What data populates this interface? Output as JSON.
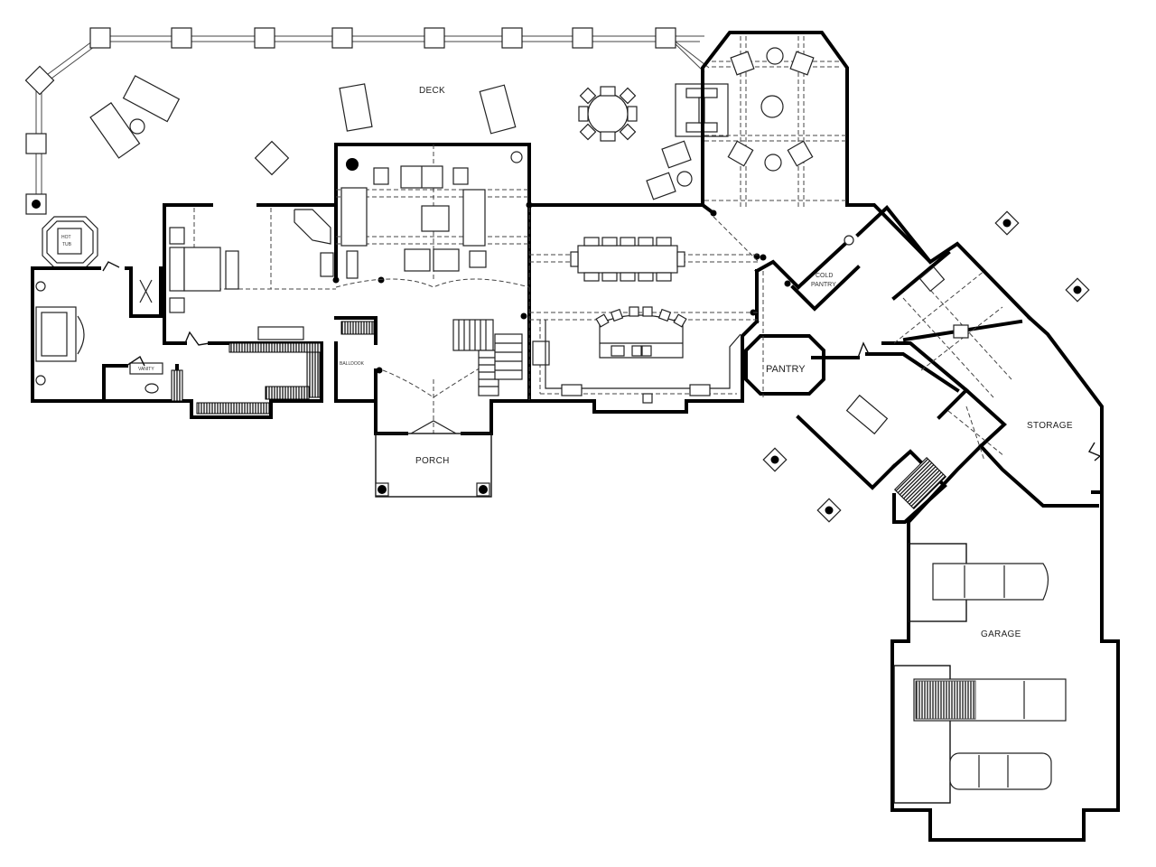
{
  "plan": {
    "type": "floor-plan",
    "rooms": [
      {
        "id": "deck",
        "label": "DECK"
      },
      {
        "id": "porch",
        "label": "PORCH"
      },
      {
        "id": "pantry",
        "label": "PANTRY"
      },
      {
        "id": "cold_pantry",
        "label_line1": "COLD",
        "label_line2": "PANTRY"
      },
      {
        "id": "storage",
        "label": "STORAGE"
      },
      {
        "id": "garage",
        "label": "GARAGE"
      },
      {
        "id": "hot_tub",
        "label_line1": "HOT",
        "label_line2": "TUB"
      },
      {
        "id": "bench",
        "label": "BALLDOOK"
      },
      {
        "id": "vanity",
        "label": "VANITY"
      }
    ],
    "colors": {
      "walls": "#000000",
      "background": "#ffffff",
      "dash": "#444444"
    }
  }
}
